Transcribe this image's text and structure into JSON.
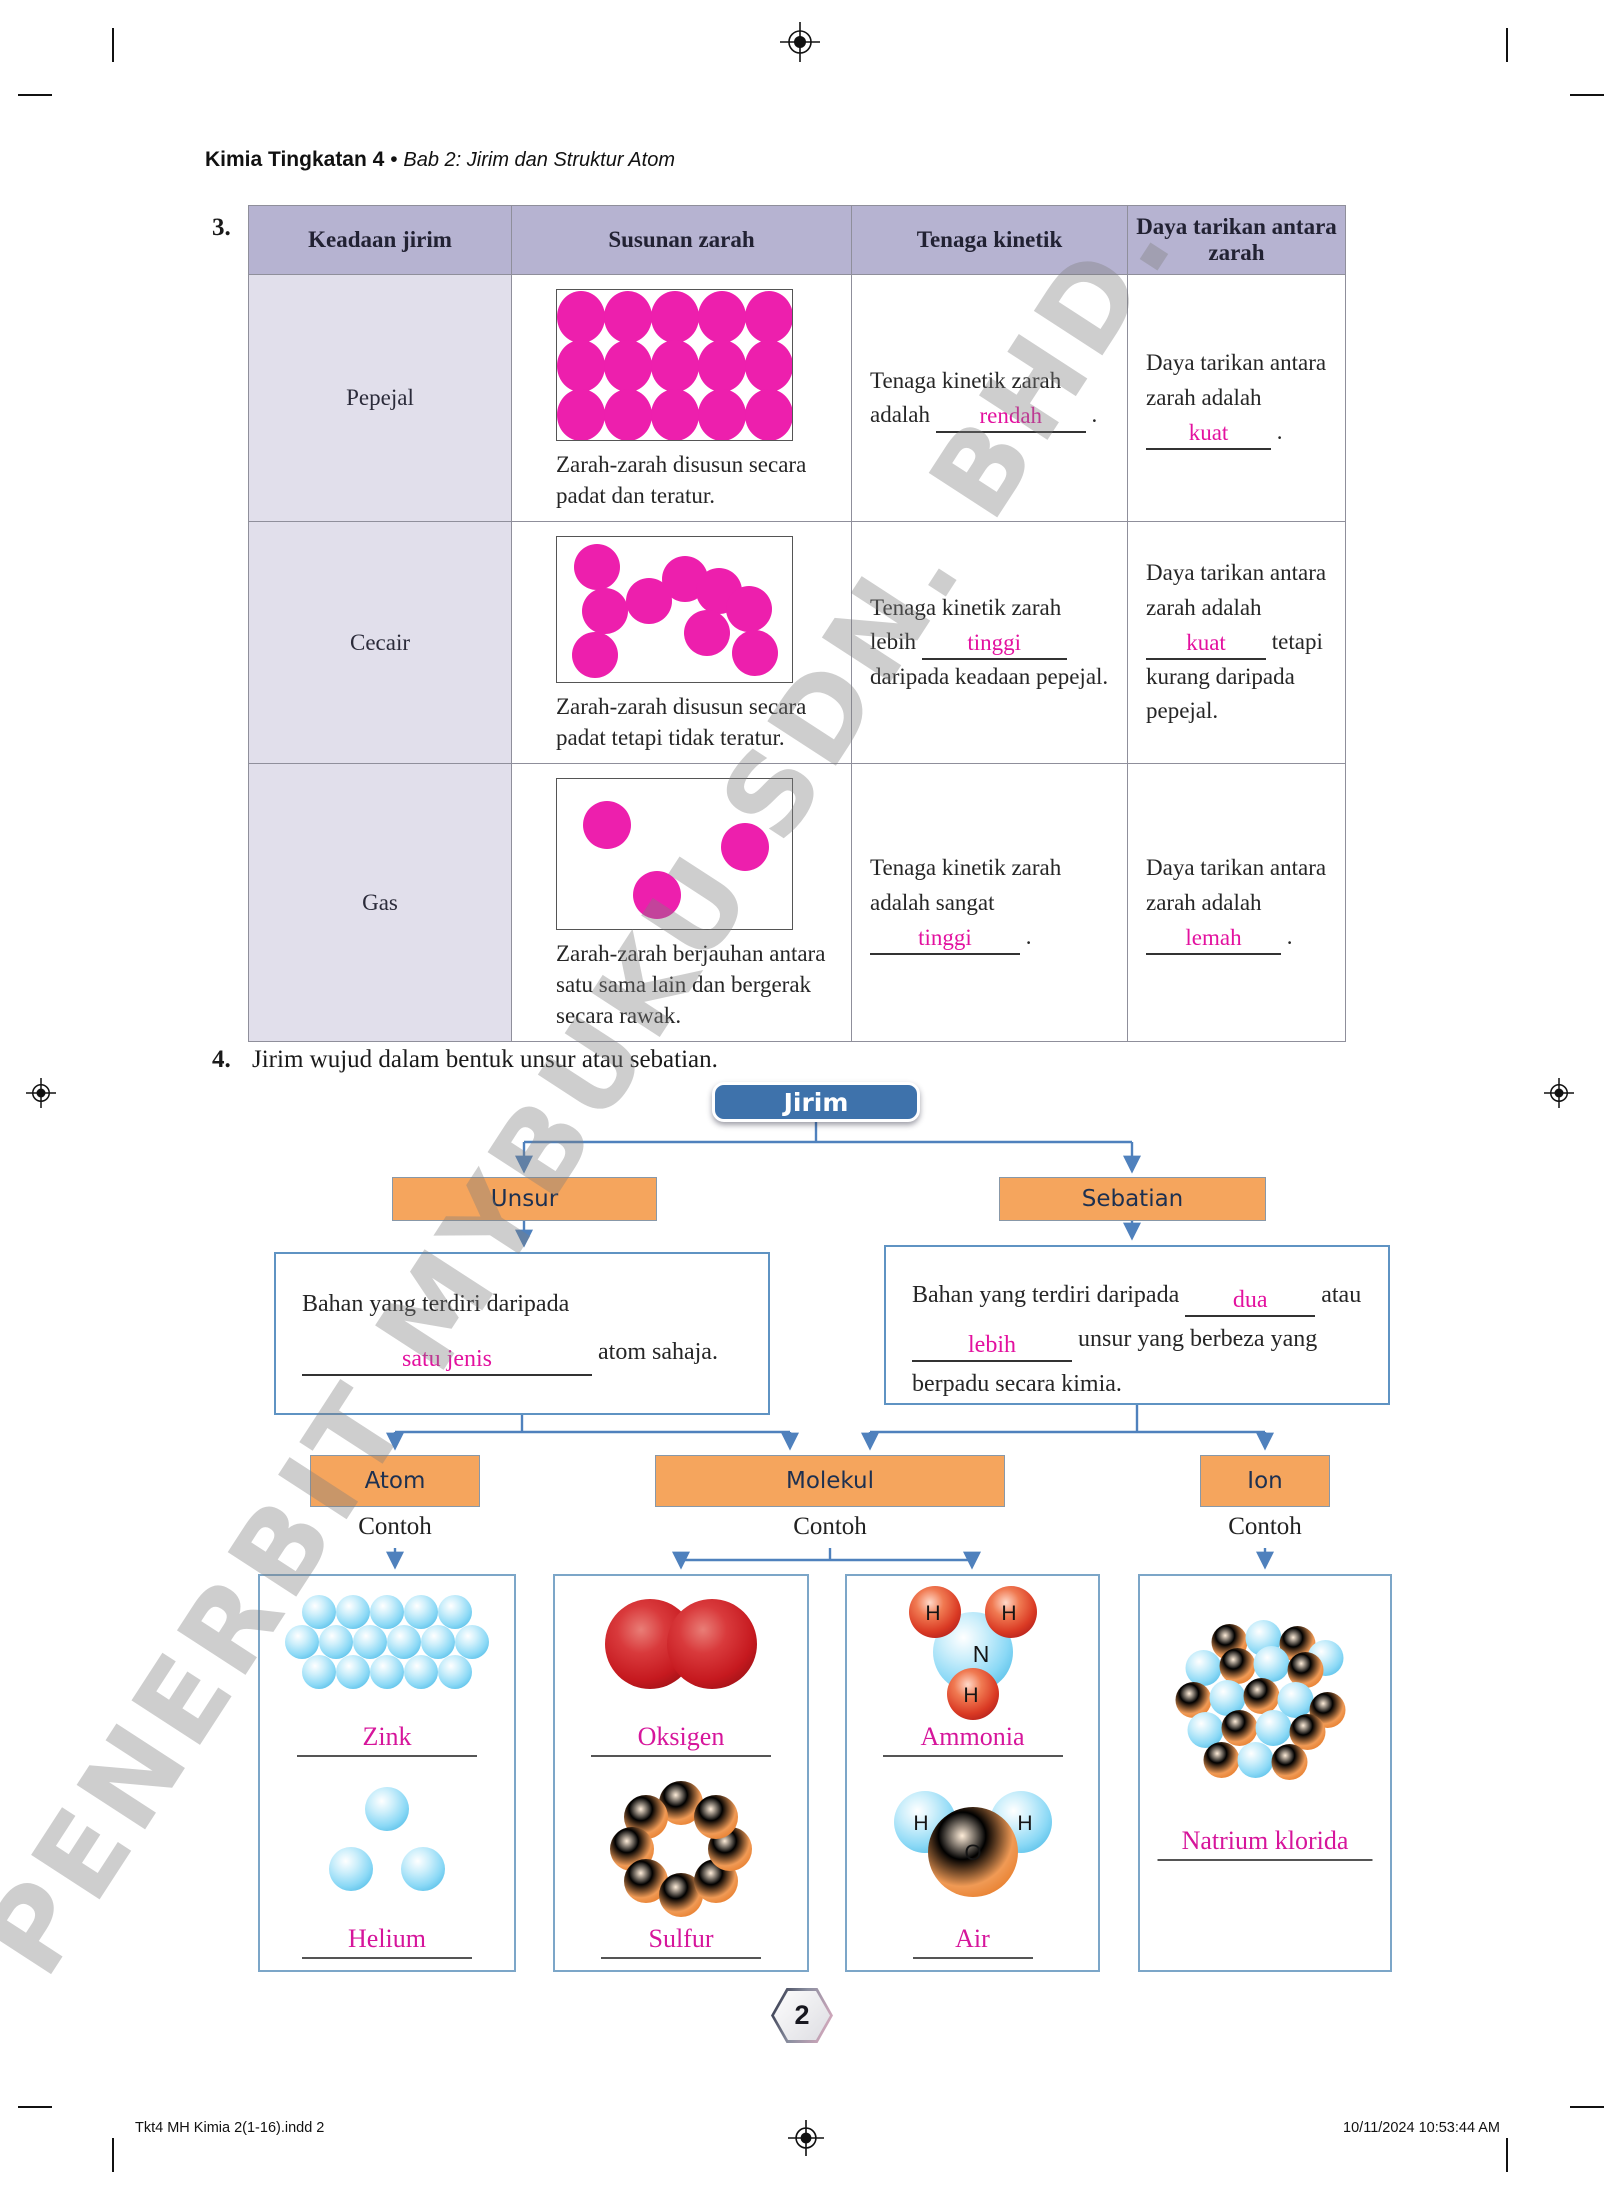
{
  "header": {
    "title_bold": "Kimia Tingkatan 4",
    "separator": "•",
    "title_italic": "Bab 2: Jirim dan Struktur Atom"
  },
  "watermark": "PENERBIT MYBUKU SDN. BHD.",
  "item3": {
    "number": "3.",
    "table": {
      "headers": [
        "Keadaan jirim",
        "Susunan zarah",
        "Tenaga kinetik",
        "Daya tarikan antara zarah"
      ],
      "rows": [
        {
          "state": "Pepejal",
          "caption": "Zarah-zarah disusun secara padat dan teratur.",
          "kinetic": {
            "pre": "Tenaga kinetik zarah adalah",
            "answer": "rendah",
            "post": "."
          },
          "attraction": {
            "pre": "Daya tarikan antara zarah adalah",
            "answer": "kuat",
            "post": "."
          }
        },
        {
          "state": "Cecair",
          "caption": "Zarah-zarah disusun secara padat tetapi tidak teratur.",
          "kinetic": {
            "pre": "Tenaga kinetik zarah lebih",
            "answer": "tinggi",
            "post": "daripada keadaan pepejal."
          },
          "attraction": {
            "pre": "Daya tarikan antara zarah adalah",
            "answer": "kuat",
            "post": "tetapi kurang daripada pepejal."
          }
        },
        {
          "state": "Gas",
          "caption": "Zarah-zarah berjauhan antara satu sama lain dan bergerak secara rawak.",
          "kinetic": {
            "pre": "Tenaga kinetik zarah adalah sangat",
            "answer": "tinggi",
            "post": "."
          },
          "attraction": {
            "pre": "Daya tarikan antara zarah adalah",
            "answer": "lemah",
            "post": "."
          }
        }
      ]
    }
  },
  "item4": {
    "number": "4.",
    "text": "Jirim wujud dalam bentuk unsur atau sebatian.",
    "flowchart": {
      "root": "Jirim",
      "unsur": "Unsur",
      "sebatian": "Sebatian",
      "unsur_desc": {
        "pre": "Bahan yang terdiri daripada",
        "answer": "satu jenis",
        "post": "atom sahaja."
      },
      "sebatian_desc": {
        "pre": "Bahan yang terdiri daripada",
        "answer1": "dua",
        "mid": "atau",
        "answer2": "lebih",
        "post": "unsur yang berbeza yang berpadu secara kimia."
      },
      "atom": "Atom",
      "molekul": "Molekul",
      "ion": "Ion",
      "contoh": "Contoh",
      "examples": {
        "zink": "Zink",
        "helium": "Helium",
        "oksigen": "Oksigen",
        "sulfur": "Sulfur",
        "ammonia": "Ammonia",
        "air": "Air",
        "natrium_klorida": "Natrium klorida"
      },
      "atom_letters": {
        "h": "H",
        "n": "N",
        "o": "O"
      }
    }
  },
  "footer": {
    "page_number": "2",
    "left": "Tkt4  MH Kimia 2(1-16).indd   2",
    "right": "10/11/2024   10:53:44 AM"
  },
  "colors": {
    "particle_magenta": "#ed1fad",
    "answer_pink": "#e3119f",
    "header_purple": "#b6b3d1",
    "state_lavender": "#e1dfeb",
    "flow_orange": "#f5a55d",
    "flow_blue": "#3e72ab",
    "connector_blue": "#4f81bd"
  }
}
